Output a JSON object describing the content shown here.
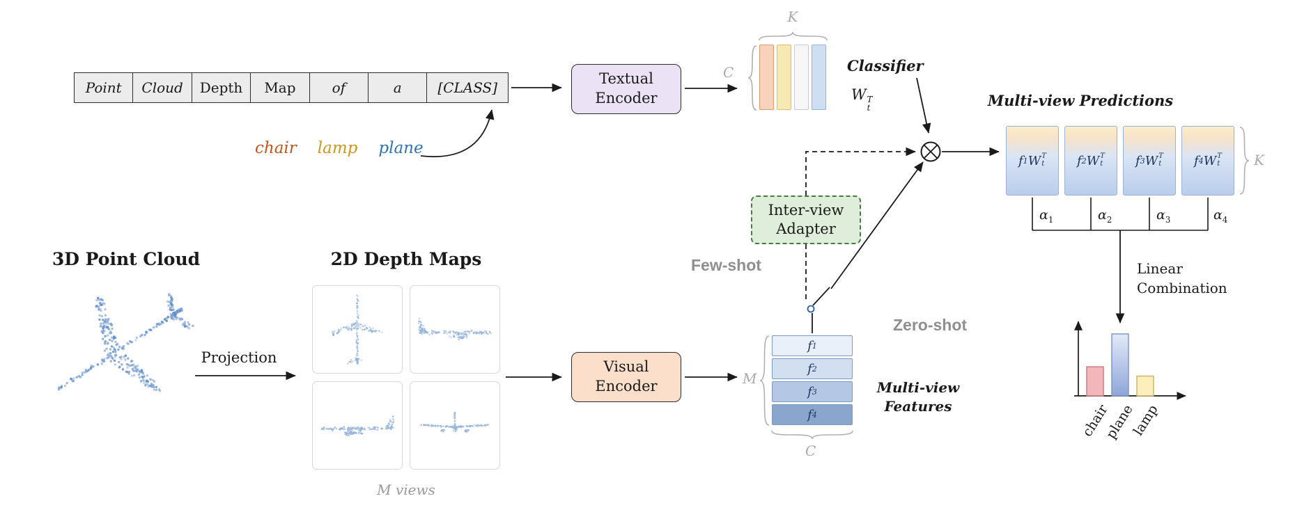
{
  "prompt": {
    "tokens": [
      "Point",
      "Cloud",
      "Depth",
      "Map",
      "of",
      "a",
      "[CLASS]"
    ]
  },
  "classes": [
    {
      "label": "chair",
      "color": "#c0561c"
    },
    {
      "label": "lamp",
      "color": "#c9991f"
    },
    {
      "label": "plane",
      "color": "#2e74b5"
    }
  ],
  "encoders": {
    "textual": "Textual Encoder",
    "visual": "Visual Encoder",
    "adapter": "Inter-view Adapter"
  },
  "labels": {
    "classifier": "Classifier",
    "multi_view_predictions": "Multi-view Predictions",
    "multi_view_features": "Multi-view Features",
    "linear_combination": "Linear Combination",
    "few_shot": "Few-shot",
    "zero_shot": "Zero-shot",
    "point_cloud": "3D Point Cloud",
    "depth_maps": "2D Depth Maps",
    "projection": "Projection",
    "m_views": "M views",
    "k": "K",
    "c": "C",
    "m": "M"
  },
  "math": {
    "wt": {
      "base": "W",
      "sub": "t",
      "sup": "T"
    },
    "features": [
      {
        "base": "f",
        "sub": "1"
      },
      {
        "base": "f",
        "sub": "2"
      },
      {
        "base": "f",
        "sub": "3"
      },
      {
        "base": "f",
        "sub": "4"
      }
    ],
    "preds": [
      {
        "f": "f",
        "fsub": "1"
      },
      {
        "f": "f",
        "fsub": "2"
      },
      {
        "f": "f",
        "fsub": "3"
      },
      {
        "f": "f",
        "fsub": "4"
      }
    ],
    "alphas": [
      {
        "base": "α",
        "sub": "1"
      },
      {
        "base": "α",
        "sub": "2"
      },
      {
        "base": "α",
        "sub": "3"
      },
      {
        "base": "α",
        "sub": "4"
      }
    ]
  },
  "classifier_stripe_colors": [
    {
      "fill": "#f6d3ba",
      "stroke": "#dd9b6b"
    },
    {
      "fill": "#f8e9b4",
      "stroke": "#d8c06a"
    },
    {
      "fill": "#f7f7f7",
      "stroke": "#c9c9c9"
    },
    {
      "fill": "#cfdff3",
      "stroke": "#93b3dc"
    }
  ],
  "feature_row_colors": [
    "#eaf0fa",
    "#d2dff1",
    "#b4c8e6",
    "#8ba6cd"
  ],
  "result_chart": {
    "type": "bar",
    "categories": [
      "chair",
      "plane",
      "lamp"
    ],
    "values": [
      0.47,
      1.0,
      0.32
    ],
    "bar_colors": [
      "#f3b6bb",
      "#a9bfe6",
      "#fdeebb"
    ],
    "bar_strokes": [
      "#c4787f",
      "#7b93c9",
      "#c9b369"
    ]
  }
}
